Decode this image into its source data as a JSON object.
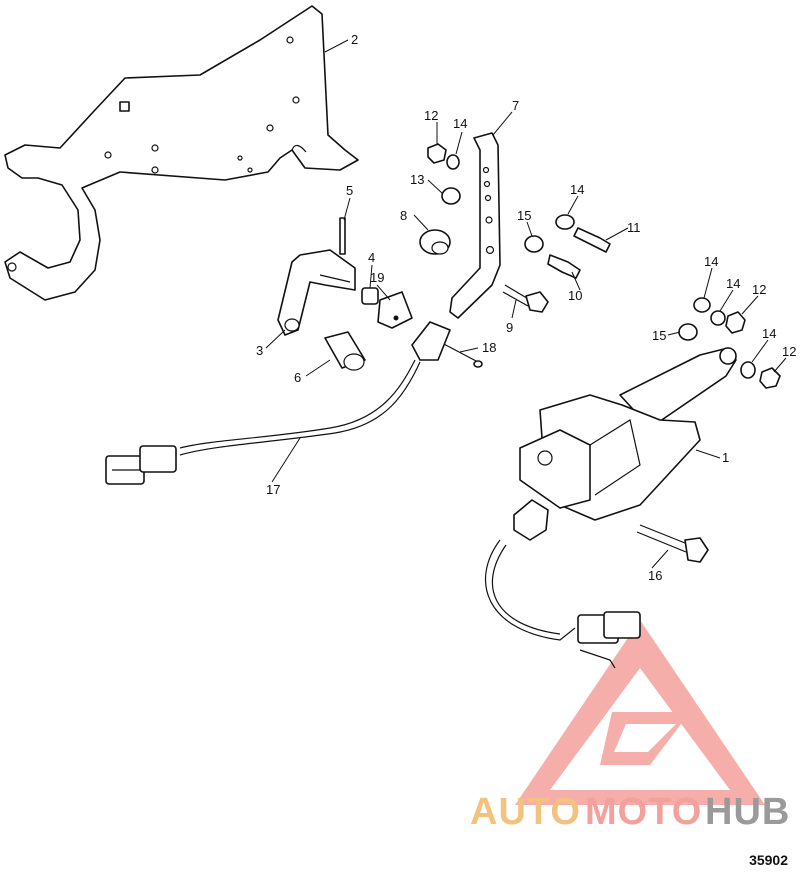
{
  "figure_number": "35902",
  "callouts": [
    "1",
    "2",
    "3",
    "4",
    "5",
    "6",
    "7",
    "8",
    "9",
    "10",
    "11",
    "12",
    "13",
    "14",
    "15",
    "16",
    "17",
    "18",
    "19",
    "12",
    "14",
    "14",
    "14",
    "15",
    "12",
    "14"
  ],
  "watermark": {
    "part1": "AUTO",
    "part2": "MOTO",
    "part3": "HUB",
    "color_primary": "#f4a09c",
    "color_orange": "#f3c27e",
    "color_gray": "#9a9a9a"
  }
}
